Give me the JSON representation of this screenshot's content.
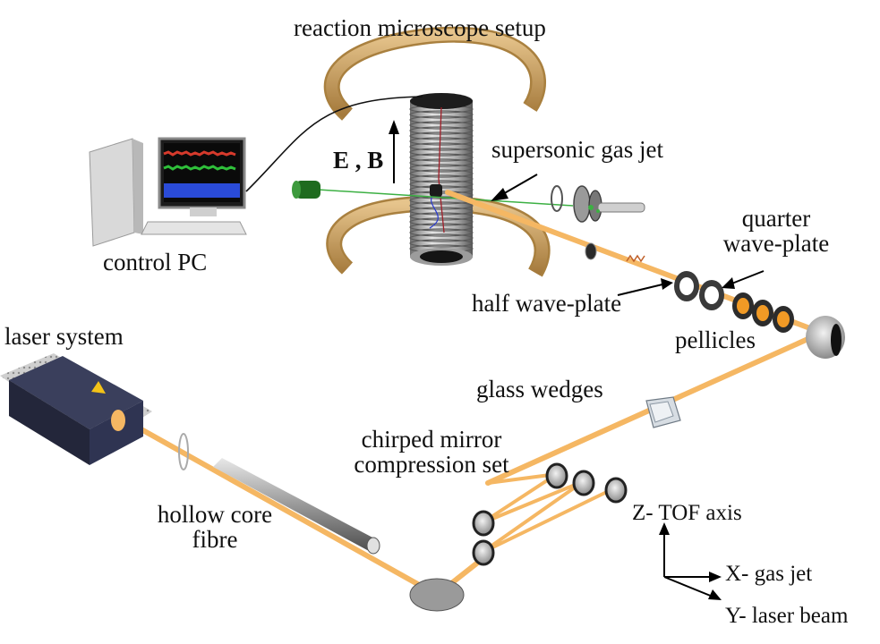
{
  "title": "reaction microscope setup",
  "labels": {
    "fields": "E , B",
    "gas_jet": "supersonic gas jet",
    "control_pc": "control PC",
    "quarter_wave_plate_line1": "quarter",
    "quarter_wave_plate_line2": "wave-plate",
    "half_wave_plate": "half wave-plate",
    "pellicles": "pellicles",
    "laser_system": "laser system",
    "glass_wedges": "glass wedges",
    "chirped_mirror_line1": "chirped mirror",
    "chirped_mirror_line2": "compression set",
    "hollow_core_line1": "hollow core",
    "hollow_core_line2": "fibre"
  },
  "axes": {
    "z": "Z- TOF axis",
    "x": "X- gas jet",
    "y": "Y- laser beam"
  },
  "colors": {
    "beam": "#f5b763",
    "coil": "#c9a064",
    "gas_line": "#3cb043",
    "laser_box": "#2b2f4a",
    "warning": "#f3c318"
  }
}
